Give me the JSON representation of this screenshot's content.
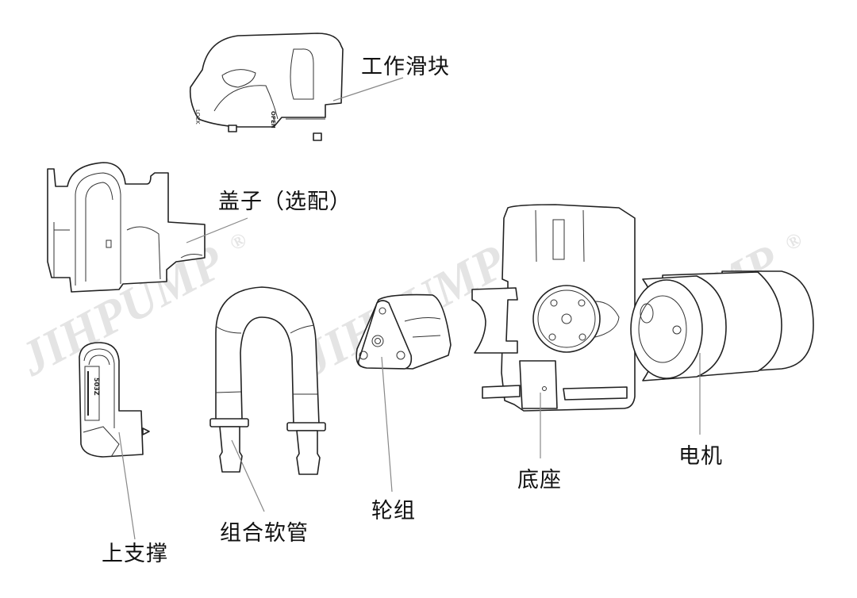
{
  "diagram": {
    "type": "exploded-view",
    "subject": "peristaltic pump assembly",
    "watermark": {
      "text": "JIHPUMP",
      "registered_mark": "®",
      "count": 3
    },
    "parts": [
      {
        "id": "working-slider",
        "label": "工作滑块",
        "engravings": [
          "LOCK",
          "OPEN"
        ]
      },
      {
        "id": "cover-optional",
        "label": "盖子（选配）"
      },
      {
        "id": "upper-support",
        "label": "上支撑",
        "engravings": [
          "503Z"
        ]
      },
      {
        "id": "tube-assembly",
        "label": "组合软管"
      },
      {
        "id": "roller-group",
        "label": "轮组"
      },
      {
        "id": "base",
        "label": "底座"
      },
      {
        "id": "motor",
        "label": "电机"
      }
    ]
  }
}
